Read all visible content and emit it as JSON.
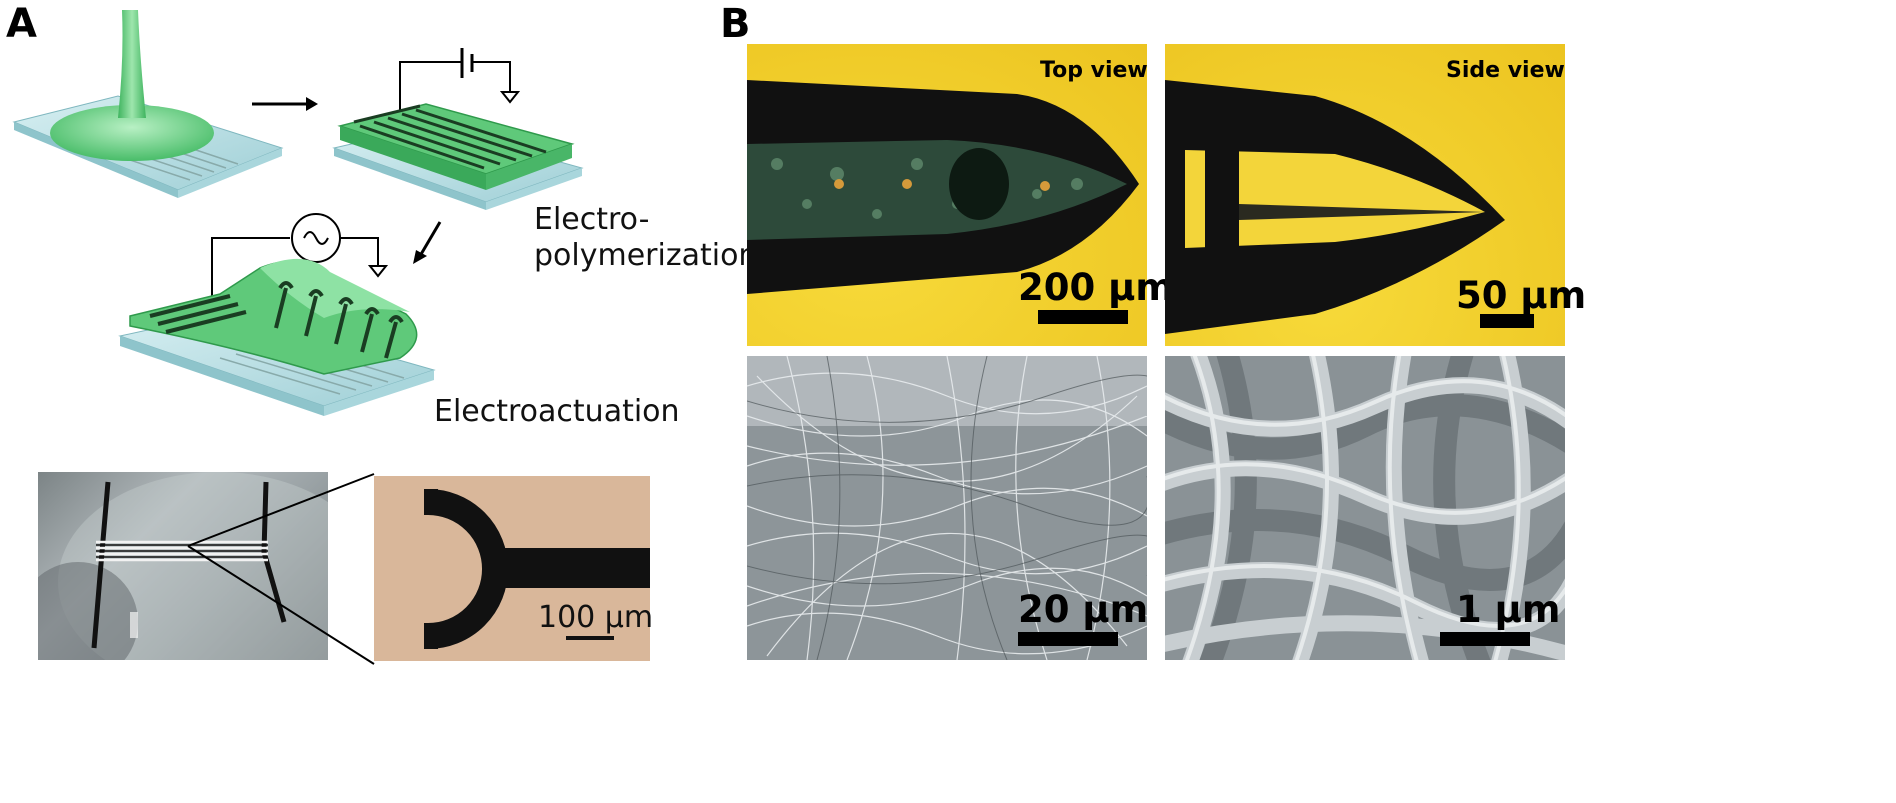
{
  "panel_a": {
    "letter": "A",
    "step_polymerization": "Electro-\npolymerization",
    "step_actuation": "Electroactuation",
    "photo_scale": "100 µm"
  },
  "panel_b": {
    "letter": "B",
    "top_view_label": "Top view",
    "side_view_label": "Side view",
    "scale_top": "200 µm",
    "scale_side": "50 µm",
    "scale_sem_left": "20 µm",
    "scale_sem_right": "1 µm"
  },
  "colors": {
    "gel_green": "#5fc97a",
    "glass": "#bfe3e8",
    "micro_bg": "#f2cf2c",
    "sem_bg": "#8d9599"
  }
}
